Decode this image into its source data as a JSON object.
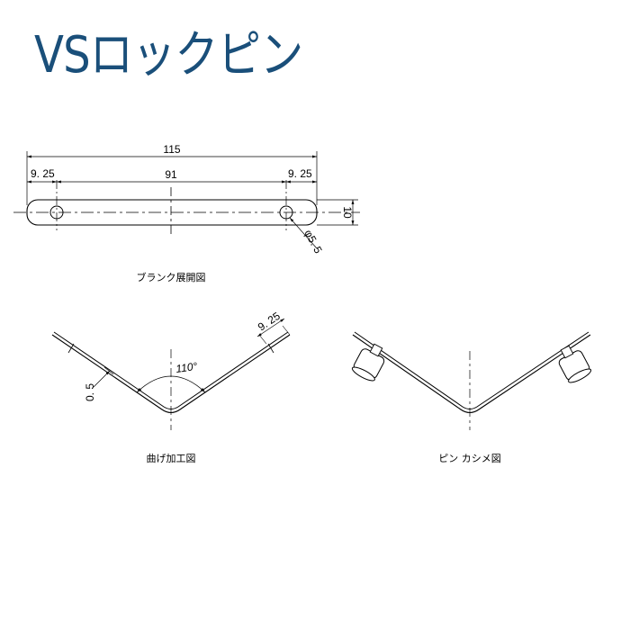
{
  "title": "VSロックピン",
  "blank": {
    "caption": "ブランク展開図",
    "dim_total": "115",
    "dim_left": "9. 25",
    "dim_middle": "91",
    "dim_right": "9. 25",
    "dim_height": "10",
    "dim_hole": "φ5. 5"
  },
  "bend": {
    "caption": "曲げ加工図",
    "dim_flange": "9. 25",
    "dim_thickness": "0. 5",
    "angle": "110°"
  },
  "pin": {
    "caption": "ピン カシメ図"
  }
}
